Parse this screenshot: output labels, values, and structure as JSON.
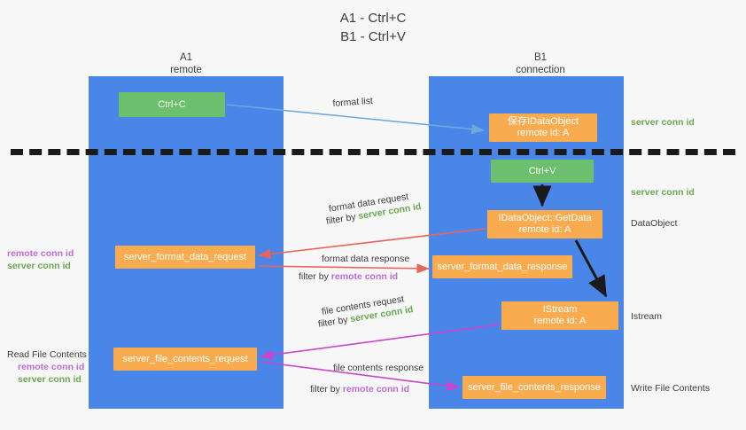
{
  "title": {
    "line1": "A1 - Ctrl+C",
    "line2": "B1 - Ctrl+V"
  },
  "columns": [
    {
      "name": "A1",
      "sub": "remote"
    },
    {
      "name": "B1",
      "sub": "connection"
    }
  ],
  "boxes": {
    "ctrl_c": {
      "label": "Ctrl+C",
      "color": "#6cbf6c"
    },
    "ctrl_v": {
      "label": "Ctrl+V",
      "color": "#6cbf6c"
    },
    "idataobject": {
      "line1": "保存IDataObject",
      "line2": "remote id: A",
      "color": "#f9ab4f"
    },
    "getdata": {
      "line1": "IDataObject::GetData",
      "line2": "remote id: A",
      "color": "#f9ab4f"
    },
    "istream": {
      "line1": "IStream",
      "line2": "remote id: A",
      "color": "#f9ab4f"
    },
    "format_data_request": {
      "label": "server_format_data_request",
      "color": "#f9ab4f"
    },
    "format_data_response": {
      "label": "server_format_data_response",
      "color": "#f9ab4f"
    },
    "file_contents_request": {
      "label": "server_file_contents_request",
      "color": "#f9ab4f"
    },
    "file_contents_response": {
      "label": "server_file_contents_response",
      "color": "#f9ab4f"
    }
  },
  "arrow_labels": {
    "format_list": "format list",
    "format_data_request": "format data request",
    "format_data_request_filter_prefix": "filter by ",
    "format_data_request_filter_value": "server conn id",
    "format_data_response": "format data response",
    "format_data_response_filter_prefix": "filter by ",
    "format_data_response_filter_value": "remote conn id",
    "file_contents_request": "file contents request",
    "file_contents_request_filter_prefix": "filter by ",
    "file_contents_request_filter_value": "server conn id",
    "file_contents_response": "file contents response",
    "file_contents_response_filter_prefix": "filter by ",
    "file_contents_response_filter_value": "remote conn id"
  },
  "margin_labels": {
    "left_mid_remote": "remote conn id",
    "left_mid_server": "server conn id",
    "left_bottom_title": "Read File Contents",
    "left_bottom_remote": "remote conn id",
    "left_bottom_server": "server conn id",
    "right_server_conn_1": "server conn id",
    "right_server_conn_2": "server conn id",
    "right_dataobject": "DataObject",
    "right_istream": "Istream",
    "right_write_file": "Write File Contents"
  },
  "colors": {
    "lane": "#4a86e8",
    "green": "#6aa84f",
    "purple": "#c06bd6",
    "orange": "#f9ab4f",
    "red_arrow": "#e8645a",
    "magenta_arrow": "#cc44cc",
    "blue_arrow": "#6fa8dc",
    "dark_arrow": "#1a1a1a"
  }
}
